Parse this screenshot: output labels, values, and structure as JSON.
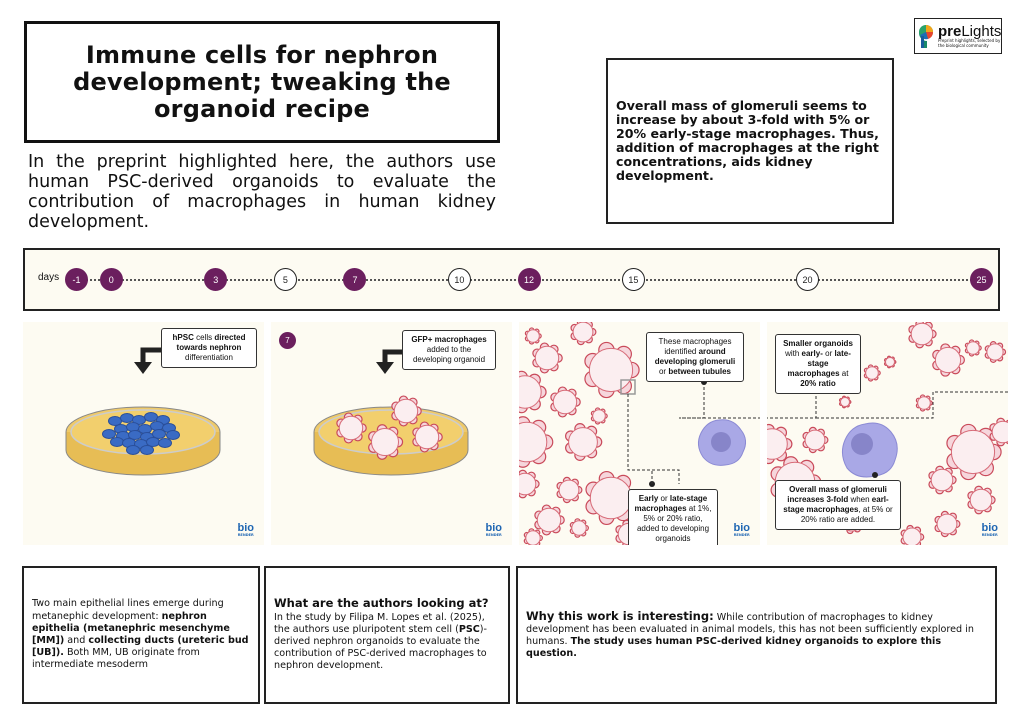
{
  "header": {
    "title": "Immune cells for nephron development; tweaking the organoid recipe",
    "intro": "In the preprint highlighted here, the authors use human PSC-derived organoids to evaluate the contribution of macrophages in human kidney development."
  },
  "logo": {
    "name_bold": "pre",
    "name_rest": "Lights",
    "tagline_1": "Preprint highlights, selected by",
    "tagline_2": "the biological community"
  },
  "summary": {
    "text": "Overall mass of glomeruli seems to increase by about 3-fold with 5% or 20% early-stage macrophages. Thus, addition of macrophages at the right concentrations, aids kidney development."
  },
  "timeline": {
    "label": "days",
    "days": [
      {
        "label": "-1",
        "highlighted": true
      },
      {
        "label": "0",
        "highlighted": true
      },
      {
        "label": "3",
        "highlighted": true
      },
      {
        "label": "5",
        "highlighted": false
      },
      {
        "label": "7",
        "highlighted": true
      },
      {
        "label": "10",
        "highlighted": false
      },
      {
        "label": "12",
        "highlighted": true
      },
      {
        "label": "15",
        "highlighted": false
      },
      {
        "label": "20",
        "highlighted": false
      },
      {
        "label": "25",
        "highlighted": true
      }
    ],
    "colors": {
      "highlight": "#6b1f5e",
      "open": "#ffffff"
    }
  },
  "panels": [
    {
      "callout": {
        "b1": "hPSC",
        "t1": " cells ",
        "b2": "directed towards nephron",
        "t2": " differentiation"
      },
      "biorender": {
        "line1": "bio",
        "line2": "RENDER"
      }
    },
    {
      "step": "7",
      "callout": {
        "b1": "GFP+ macrophages",
        "t1": " added to the developing organoid"
      },
      "biorender": {
        "line1": "bio",
        "line2": "RENDER"
      }
    },
    {
      "callout_top": {
        "t1": "These macrophages identified ",
        "b1": "around developing glomeruli",
        "t2": " or ",
        "b2": "between tubules"
      },
      "callout_bottom": {
        "b1": "Early",
        "t1": " or ",
        "b2": "late-stage macrophages",
        "t2": " at 1%, 5% or 20% ratio, added to developing organoids"
      },
      "biorender": {
        "line1": "bio",
        "line2": "RENDER"
      }
    },
    {
      "callout_top": {
        "b1": "Smaller organoids",
        "t1": " with ",
        "b2": "early-",
        "t2": " or ",
        "b3": "late-stage macrophages",
        "t3": " at ",
        "b4": "20% ratio"
      },
      "callout_bottom": {
        "b1": "Overall mass of glomeruli increases 3-fold",
        "t1": " when ",
        "b2": "earl-stage macrophages",
        "t2": ", at 5% or 20% ratio are added."
      },
      "biorender": {
        "line1": "bio",
        "line2": "RENDER"
      }
    }
  ],
  "boxes": {
    "background": {
      "t1": "Two main epithelial lines emerge during metanephic development: ",
      "b1": "nephron epithelia (metanephric mesenchyme [MM])",
      "t2": " and ",
      "b2": "collecting ducts (ureteric bud [UB]).",
      "t3": " Both MM, UB originate from intermediate mesoderm"
    },
    "question": {
      "lead": "What are the authors looking at?",
      "t1": " In the study by Filipa M. Lopes et al. (2025), the authors use pluripotent stem cell (",
      "b1": "PSC",
      "t2": ")-derived nephron organoids to evaluate the contribution of PSC-derived macrophages to nephron development."
    },
    "interest": {
      "lead": "Why this work is interesting:",
      "t1": " While contribution of macrophages to kidney development has been evaluated in animal models, this has not been sufficiently explored in humans. ",
      "b1": "The study uses human PSC-derived kidney organoids to explore this question."
    }
  }
}
